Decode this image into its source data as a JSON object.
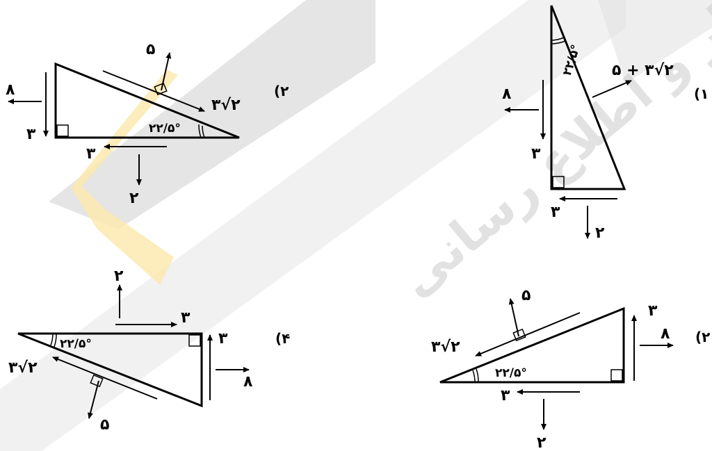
{
  "options": [
    {
      "id": "option-1",
      "number": "(۱",
      "angle": "۲۲/۵°",
      "labels": {
        "hyp": "۵ + ۳√۲",
        "horiz": "۸",
        "vert": "۳",
        "base": "۳",
        "down": "۲"
      }
    },
    {
      "id": "option-2",
      "number": "(۲",
      "angle": "۲۲/۵°",
      "labels": {
        "normal": "۵",
        "hyp": "۳√۲",
        "horiz": "۸",
        "vert": "۳",
        "base": "۳",
        "down": "۲"
      }
    },
    {
      "id": "option-3",
      "number": "(۲",
      "angle": "۲۲/۵°",
      "labels": {
        "normal": "۵",
        "hyp": "۳√۲",
        "horiz": "۸",
        "vert": "۳",
        "base": "۳",
        "down": "۲"
      }
    },
    {
      "id": "option-4",
      "number": "(۴",
      "angle": "۲۲/۵°",
      "labels": {
        "up": "۲",
        "top": "۳",
        "vert": "۳",
        "horiz": "۸",
        "hyp": "۳√۲",
        "normal": "۵"
      }
    }
  ],
  "watermark": {
    "text": "اخبار و اطلاع رسانی",
    "color": "#d9d9d9",
    "accent": "#fde9b0"
  }
}
